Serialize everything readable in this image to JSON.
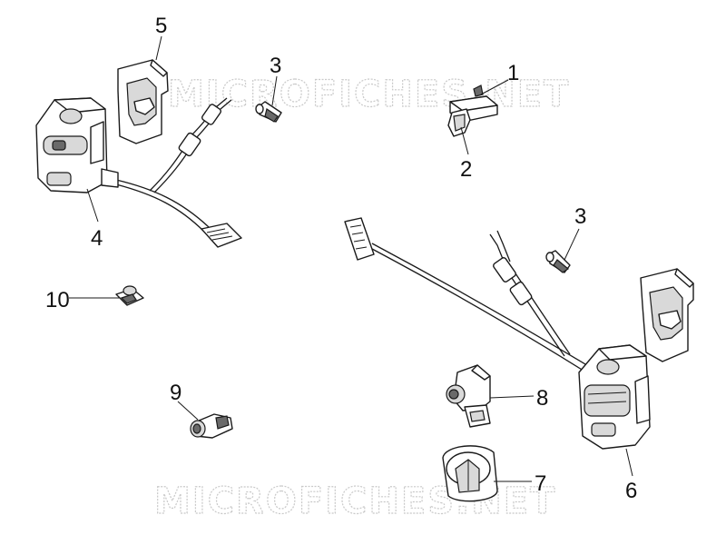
{
  "watermark": {
    "text": "MICROFICHES.NET"
  },
  "callouts": [
    {
      "id": "c5",
      "label": "5"
    },
    {
      "id": "c3a",
      "label": "3"
    },
    {
      "id": "c1",
      "label": "1"
    },
    {
      "id": "c2",
      "label": "2"
    },
    {
      "id": "c4",
      "label": "4"
    },
    {
      "id": "c3b",
      "label": "3"
    },
    {
      "id": "c10",
      "label": "10"
    },
    {
      "id": "c9",
      "label": "9"
    },
    {
      "id": "c8",
      "label": "8"
    },
    {
      "id": "c7",
      "label": "7"
    },
    {
      "id": "c6",
      "label": "6"
    }
  ]
}
